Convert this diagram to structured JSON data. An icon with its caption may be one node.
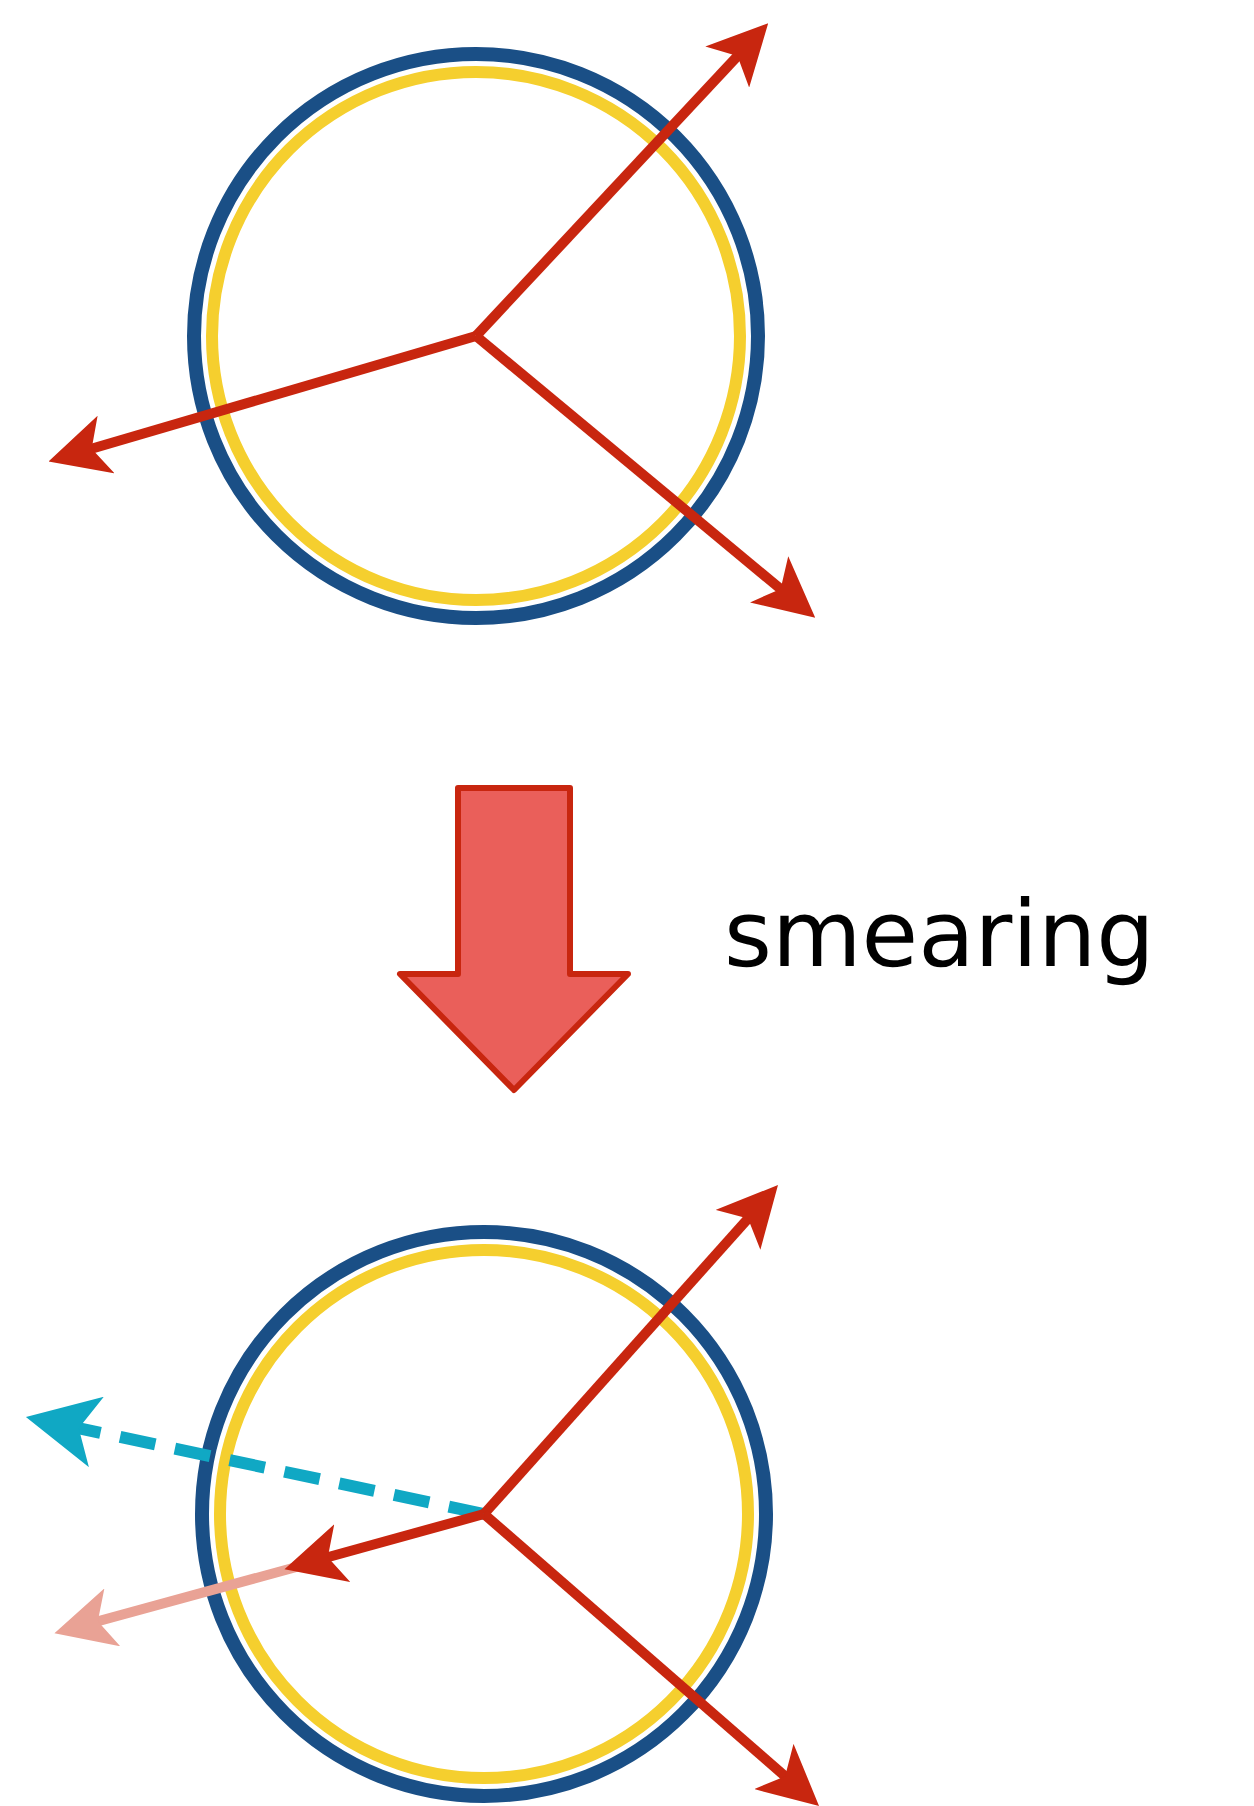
{
  "diagram": {
    "nodes": [
      {
        "text": [],
        "shape": "picture"
      },
      {
        "text": [],
        "shape": "picture"
      }
    ],
    "edges": [
      {
        "from": 0,
        "to": 1,
        "arrow": "to",
        "label": "smearing",
        "style": "thick"
      }
    ]
  }
}
